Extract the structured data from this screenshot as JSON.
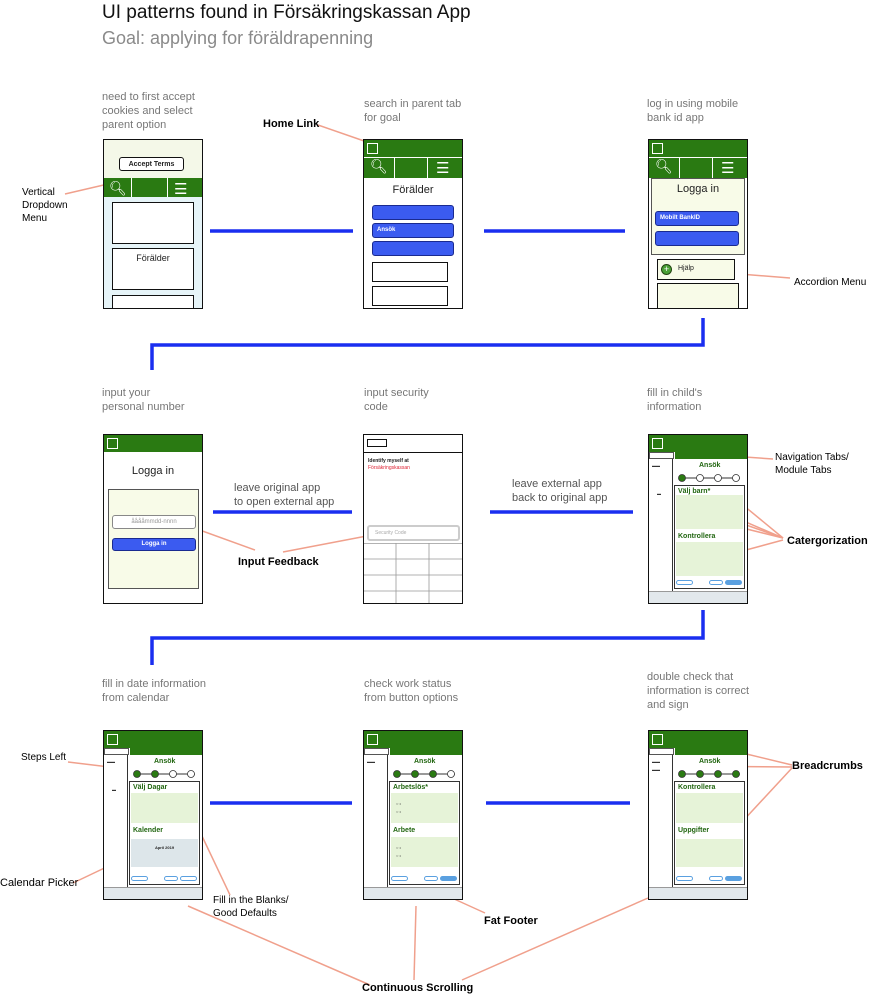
{
  "header": {
    "title": "UI patterns found in Försäkringskassan App",
    "subtitle": "Goal: applying for föräldrapenning"
  },
  "steps": [
    {
      "caption": "need to first accept\ncookies and select\nparent option"
    },
    {
      "caption": "search in parent tab\nfor goal"
    },
    {
      "caption": "log in using mobile\nbank id app"
    },
    {
      "caption": "input your\npersonal number"
    },
    {
      "caption": "input security\ncode"
    },
    {
      "caption": "fill in child's\ninformation"
    },
    {
      "caption": "fill in date information\nfrom calendar"
    },
    {
      "caption": "check work status\nfrom button options"
    },
    {
      "caption": "double check that\ninformation is correct\nand sign"
    }
  ],
  "screens": {
    "s1": {
      "accept": "Accept Terms",
      "item": "Förälder"
    },
    "s2": {
      "heading": "Förälder",
      "button": "Ansök"
    },
    "s3": {
      "heading": "Logga in",
      "button": "Mobilt BankID",
      "help": "Hjälp"
    },
    "s4": {
      "heading": "Logga in",
      "placeholder": "ååååmmdd-nnnn",
      "button": "Logga in"
    },
    "s5": {
      "identify": "Identify myself at",
      "site": "Försäkringskassan",
      "code": "Security Code"
    },
    "s6": {
      "header": "Ansök",
      "section1": "Välj barn*",
      "section2": "Kontrollera"
    },
    "s7": {
      "header": "Ansök",
      "section1": "Välj Dagar",
      "section2": "Kalender",
      "month": "April 2019"
    },
    "s8": {
      "header": "Ansök",
      "section1": "Arbetslös*",
      "section2": "Arbete"
    },
    "s9": {
      "header": "Ansök",
      "section1": "Kontrollera",
      "section2": "Uppgifter"
    }
  },
  "transitions": {
    "t1": "leave original app\nto open external app",
    "t2": "leave external app\nback to original app"
  },
  "annotations": {
    "home_link": "Home Link",
    "vertical_dropdown": "Vertical\nDropdown\nMenu",
    "accordion": "Accordion Menu",
    "input_feedback": "Input Feedback",
    "nav_tabs": "Navigation Tabs/\nModule Tabs",
    "categorization": "Catergorization",
    "steps_left": "Steps Left",
    "calendar_picker": "Calendar Picker",
    "fill_blanks": "Fill in the Blanks/\nGood Defaults",
    "fat_footer": "Fat Footer",
    "breadcrumbs": "Breadcrumbs",
    "continuous_scrolling": "Continuous Scrolling"
  },
  "colors": {
    "green": "#2a7a12",
    "blue_button": "#3b5bf0",
    "flow_line": "#1a2ef0",
    "callout": "#f0a08c"
  }
}
